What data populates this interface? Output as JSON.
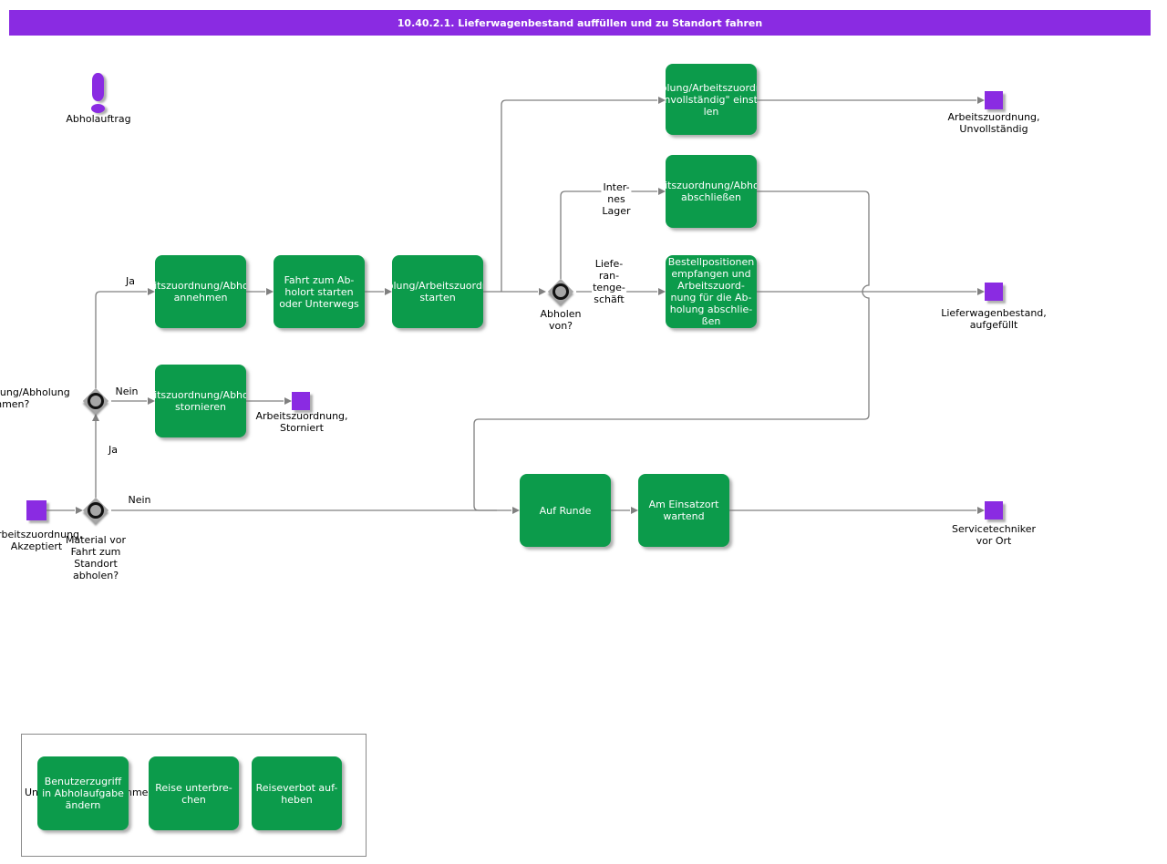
{
  "title": "10.40.2.1. Lieferwagenbestand auffüllen und zu Standort fahren",
  "colors": {
    "accent_purple": "#8A2BE2",
    "task_green": "#0C9B4B",
    "line_gray": "#808080"
  },
  "events": {
    "abholauftrag": {
      "label": "Abholauftrag"
    },
    "arbeitszuordnung_unvollstaendig": {
      "label": "Arbeitszuordnung,\nUnvollständig"
    },
    "lieferwagenbestand_aufgefuellt": {
      "label": "Lieferwagenbestand,\naufgefüllt"
    },
    "arbeitszuordnung_storniert": {
      "label": "Arbeitszuordnung,\nStorniert"
    },
    "arbeitszuordnung_akzeptiert": {
      "label": "Arbeitszuordnung,\nAkzeptiert"
    },
    "servicetechniker_vor_ort": {
      "label": "Servicetechniker\nvor Ort"
    }
  },
  "tasks": {
    "annehmen": {
      "label": "Arbeitszuordnung/Abholung\nannehmen"
    },
    "fahrt_zum_abholort": {
      "label": "Fahrt zum Ab-\nholort starten\noder Unterwegs"
    },
    "starten": {
      "label": "Abholung/Arbeitszuordnung\nstarten"
    },
    "unvollstaendig_einstellen": {
      "label": "Abholung/Arbeitszuordnung\n\"Unvollständig\" einstel-\nlen"
    },
    "abschliessen": {
      "label": "Arbeitszuordnung/Abholung\nabschließen"
    },
    "bestellpositionen": {
      "label": "Bestellpositionen\nempfangen und\nArbeitszuord-\nnung für die Ab-\nholung abschlie-\nßen"
    },
    "stornieren": {
      "label": "Arbeitszuordnung/Abholung\nstornieren"
    },
    "auf_runde": {
      "label": "Auf Runde"
    },
    "am_einsatzort_wartend": {
      "label": "Am Einsatzort\nwartend"
    }
  },
  "gateways": {
    "annehmen_frage": {
      "label": "Arbeitszuordnung/Abholung\nannehmen?"
    },
    "material_frage": {
      "label": "Material vor\nFahrt zum\nStandort\nabholen?"
    },
    "abholen_von": {
      "label": "Abholen\nvon?"
    }
  },
  "edge_labels": {
    "ja_oben": "Ja",
    "nein_oben": "Nein",
    "ja_unten": "Ja",
    "nein_unten": "Nein",
    "internes_lager": "Inter-\nnes\nLager",
    "lieferantengeschaeft": "Liefe-\nran-\ntenge-\nschäft"
  },
  "legend": {
    "fragment_left": "Un",
    "fragment_right": "hmen",
    "items": {
      "benutzerzugriff": {
        "label": "Benutzerzugriff\nin Abholaufgabe\nändern"
      },
      "reise_unterbrechen": {
        "label": "Reise unterbre-\nchen"
      },
      "reiseverbot_aufheben": {
        "label": "Reiseverbot auf-\nheben"
      }
    }
  }
}
